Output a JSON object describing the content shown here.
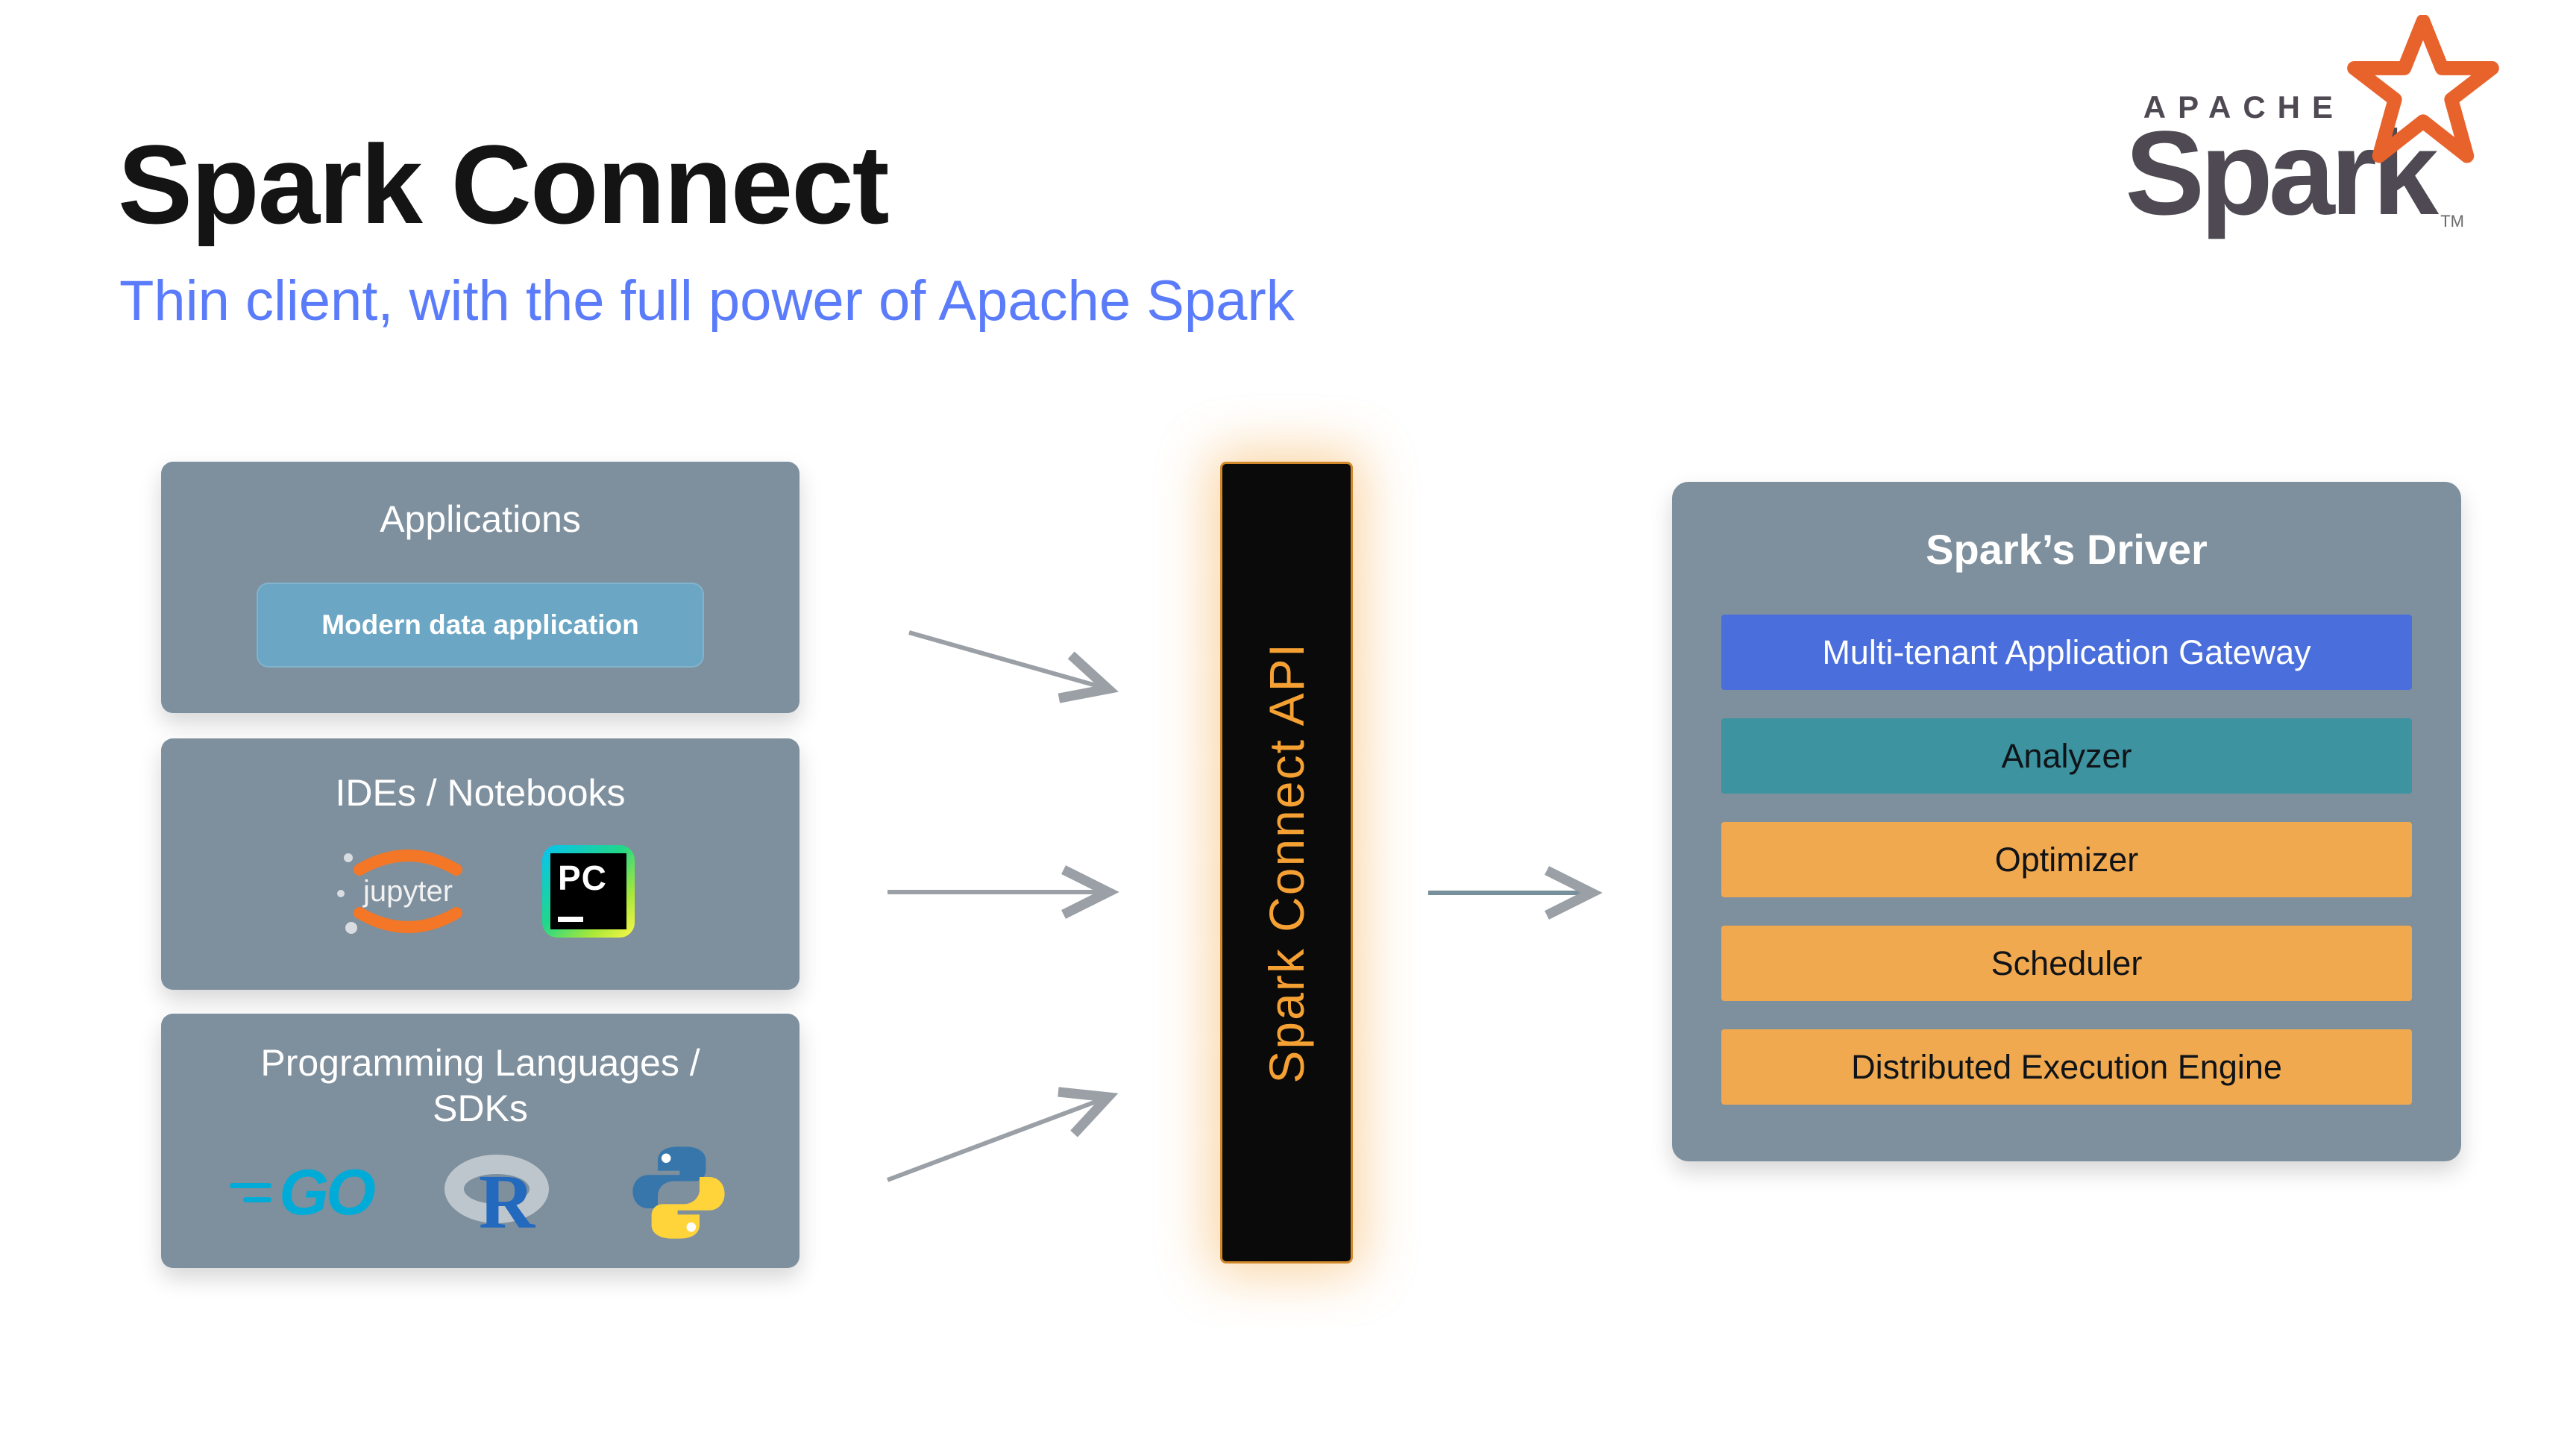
{
  "slide": {
    "title": "Spark Connect",
    "subtitle": "Thin client, with the full power of Apache Spark"
  },
  "brand": {
    "apache": "APACHE",
    "spark": "Spark",
    "tm": "TM"
  },
  "left_column": {
    "applications": {
      "title": "Applications",
      "item": "Modern data application"
    },
    "ides": {
      "title": "IDEs / Notebooks",
      "jupyter_label": "jupyter",
      "pycharm_label": "PC"
    },
    "languages": {
      "title_line1": "Programming Languages /",
      "title_line2": "SDKs",
      "go_label": "GO",
      "r_label": "R"
    }
  },
  "center": {
    "api_label": "Spark Connect API"
  },
  "right_panel": {
    "title": "Spark’s Driver",
    "layers": [
      {
        "label": "Multi-tenant Application Gateway",
        "color": "#4a6edb",
        "text_color": "#ffffff"
      },
      {
        "label": "Analyzer",
        "color": "#3d93a0",
        "text_color": "#101418"
      },
      {
        "label": "Optimizer",
        "color": "#f0a94f",
        "text_color": "#101418"
      },
      {
        "label": "Scheduler",
        "color": "#f0a94f",
        "text_color": "#101418"
      },
      {
        "label": "Distributed Execution Engine",
        "color": "#f0a94f",
        "text_color": "#101418"
      }
    ]
  },
  "colors": {
    "panel_gray": "#7e8f9d",
    "accent_blue": "#5b7cfa",
    "api_orange": "#f5a033",
    "arrow_gray": "#9aa0a6",
    "inner_pill": "#6ba6c4",
    "star_orange": "#e8622c"
  }
}
